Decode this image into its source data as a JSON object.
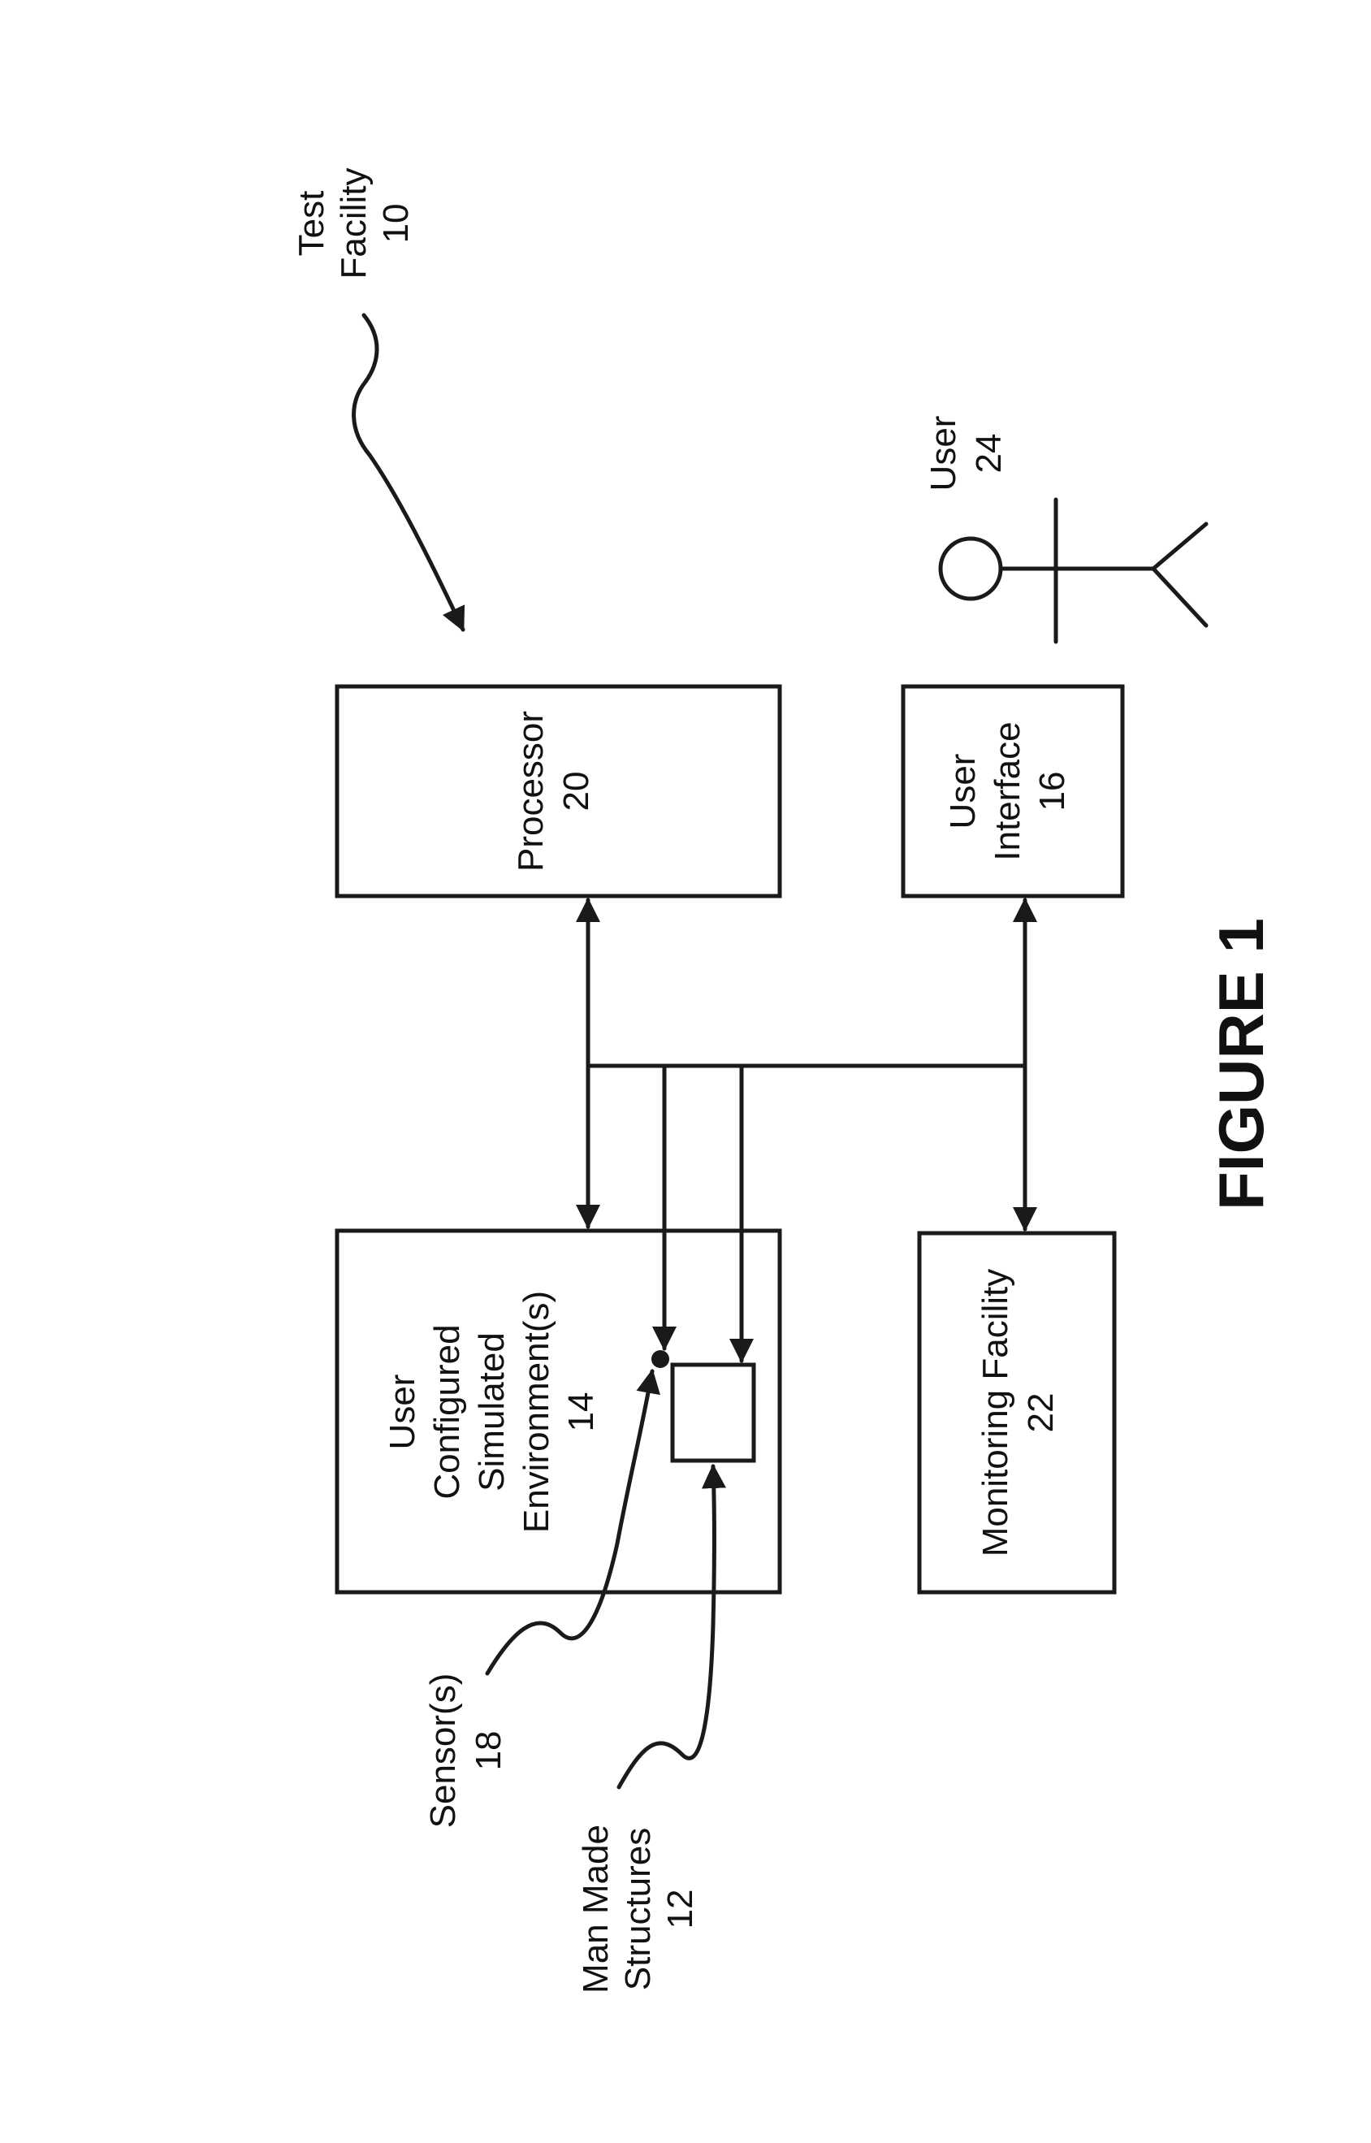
{
  "figure": {
    "title": "FIGURE 1"
  },
  "labels": {
    "test_facility": [
      "Test",
      "Facility",
      "10"
    ],
    "user": [
      "User",
      "24"
    ],
    "sensors": [
      "Sensor(s)",
      "18"
    ],
    "man_made": [
      "Man Made",
      "Structures",
      "12"
    ]
  },
  "boxes": {
    "simulated_env": [
      "User",
      "Configured",
      "Simulated",
      "Environment(s)",
      "14"
    ],
    "processor": [
      "Processor",
      "20"
    ],
    "user_interface": [
      "User",
      "Interface",
      "16"
    ],
    "monitoring": [
      "Monitoring Facility",
      "22"
    ]
  }
}
